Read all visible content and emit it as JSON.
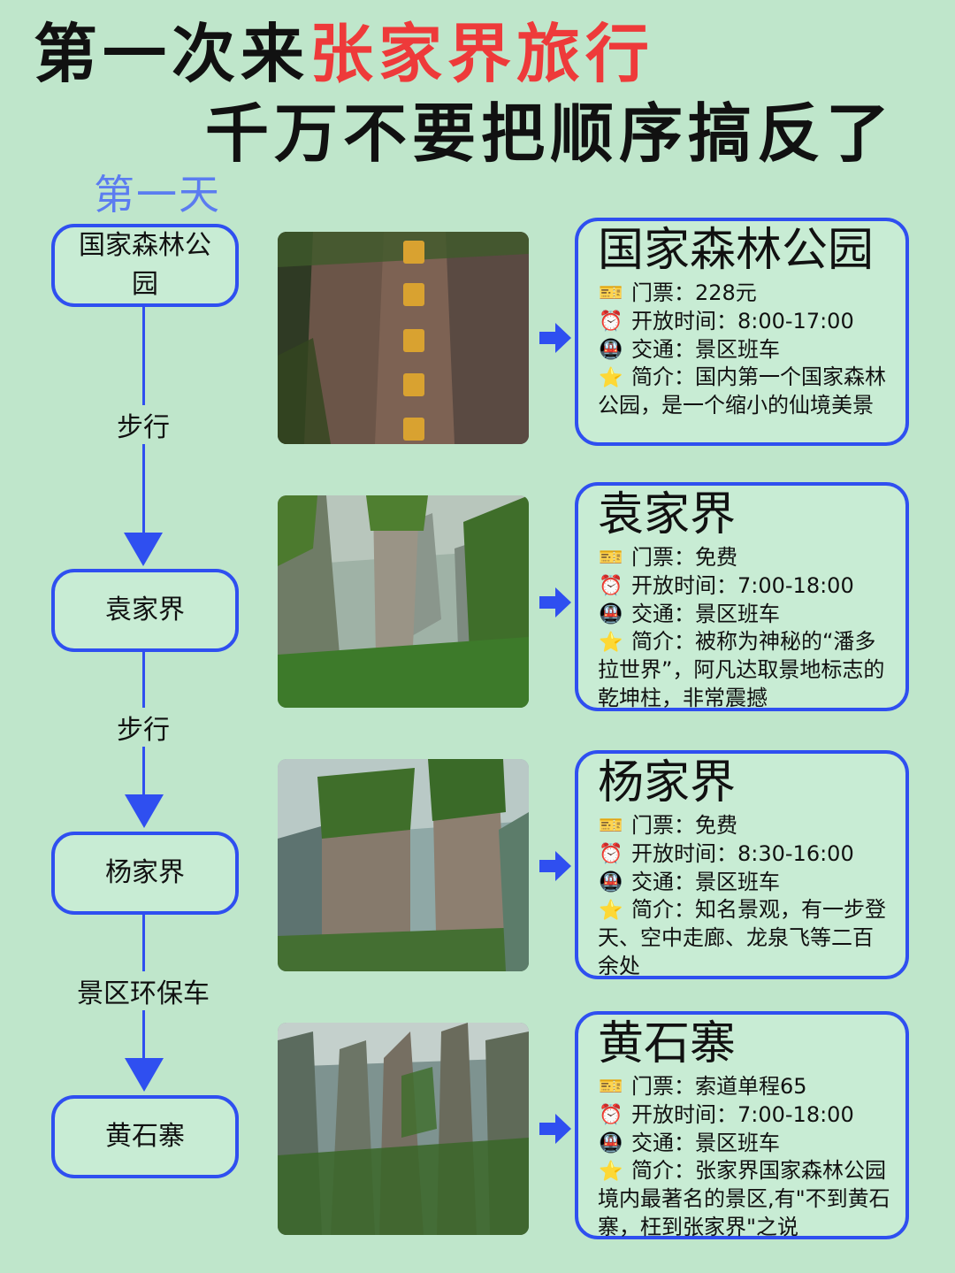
{
  "title": {
    "line1_black": "第一次来",
    "line1_red": "张家界旅行",
    "line2": "千万不要把顺序搞反了"
  },
  "day_label": "第一天",
  "route": {
    "nodes": [
      "国家森林公园",
      "袁家界",
      "杨家界",
      "黄石寨"
    ],
    "transfers": [
      "步行",
      "步行",
      "景区环保车"
    ]
  },
  "icons": {
    "ticket": "ticket-icon",
    "time": "alarm-clock-icon",
    "transport": "metro-train-icon",
    "intro": "star-icon"
  },
  "colors": {
    "background": "#bfe6cb",
    "accent_blue": "#2f4ff0",
    "title_red": "#ee3a3a",
    "day_label": "#5b7cf0"
  },
  "cards": [
    {
      "name": "国家森林公园",
      "ticket": "门票：228元",
      "hours": "开放时间：8:00-17:00",
      "transport": "交通：景区班车",
      "intro": "简介：国内第一个国家森林公园，是一个缩小的仙境美景"
    },
    {
      "name": "袁家界",
      "ticket": "门票：免费",
      "hours": "开放时间：7:00-18:00",
      "transport": "交通：景区班车",
      "intro": "简介：被称为神秘的“潘多拉世界”，阿凡达取景地标志的乾坤柱，非常震撼"
    },
    {
      "name": "杨家界",
      "ticket": "门票：免费",
      "hours": "开放时间：8:30-16:00",
      "transport": "交通：景区班车",
      "intro": "简介：知名景观，有一步登天、空中走廊、龙泉飞等二百余处"
    },
    {
      "name": "黄石寨",
      "ticket": "门票：索道单程65",
      "hours": "开放时间：7:00-18:00",
      "transport": "交通：景区班车",
      "intro": "简介：张家界国家森林公园境内最著名的景区,有\"不到黄石寨，枉到张家界\"之说"
    }
  ]
}
